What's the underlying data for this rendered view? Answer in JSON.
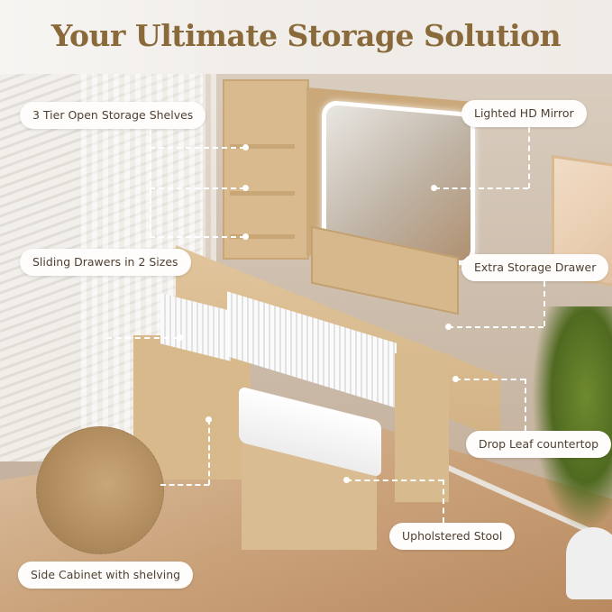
{
  "header": {
    "title": "Your Ultimate Storage Solution",
    "title_color": "#8a6a3b"
  },
  "product": {
    "description": "Vanity desk with lighted mirror, open side shelves, sliding drawers, side cabinet, drop leaf countertop and upholstered stool"
  },
  "callouts": [
    {
      "id": "shelves",
      "label": "3 Tier Open Storage Shelves"
    },
    {
      "id": "mirror",
      "label": "Lighted HD Mirror"
    },
    {
      "id": "drawers",
      "label": "Sliding Drawers in 2 Sizes"
    },
    {
      "id": "extra-drawer",
      "label": "Extra Storage Drawer"
    },
    {
      "id": "drop-leaf",
      "label": "Drop Leaf countertop"
    },
    {
      "id": "stool",
      "label": "Upholstered Stool"
    },
    {
      "id": "cabinet",
      "label": "Side Cabinet with shelving"
    }
  ],
  "colors": {
    "pill_bg": "#fffdfb",
    "pill_text": "#4e3f31",
    "wood": "#d7b98c",
    "callout_line": "#ffffff"
  }
}
